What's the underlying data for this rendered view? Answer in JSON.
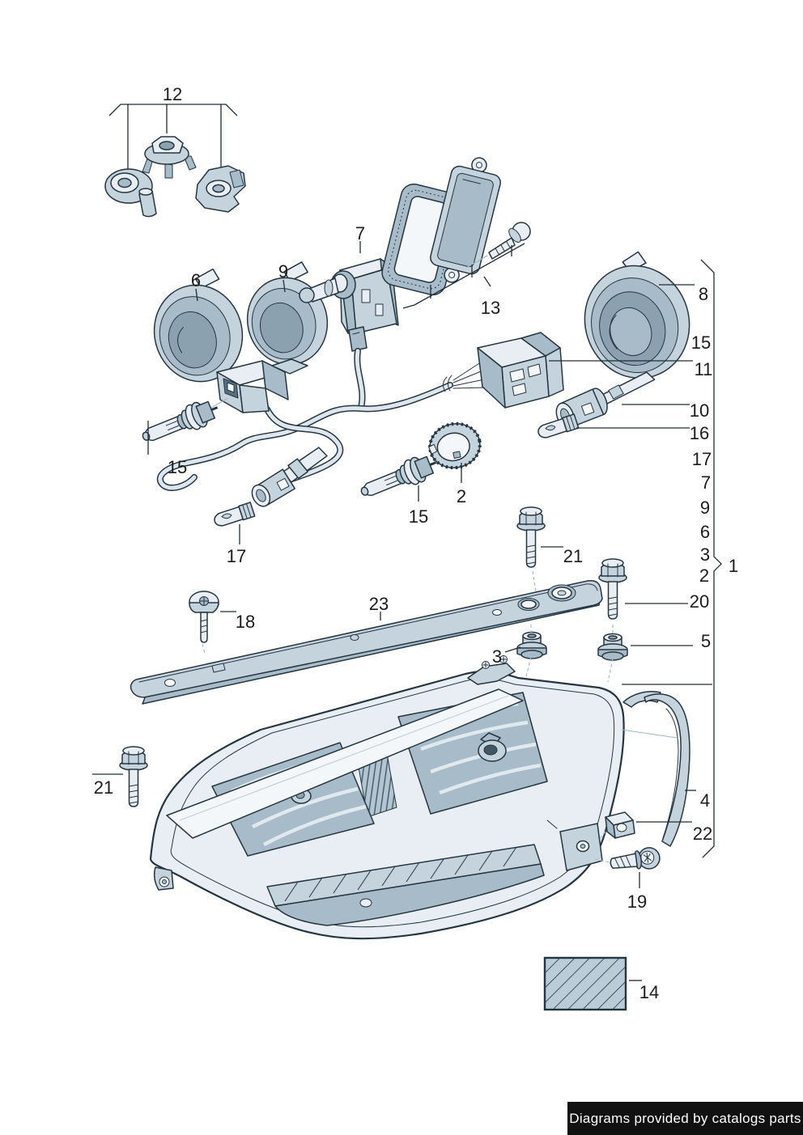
{
  "diagram": {
    "description": "Exploded parts diagram of a vehicle headlight assembly",
    "group_bracket_label": "1",
    "labels": {
      "p12": "12",
      "p6": "6",
      "p9": "9",
      "p7": "7",
      "p13": "13",
      "p8": "8",
      "col15": "15",
      "col11": "11",
      "col10": "10",
      "col16": "16",
      "col17": "17",
      "col7": "7",
      "col9": "9",
      "col6": "6",
      "col3": "3",
      "col2": "2",
      "col20": "20",
      "col5": "5",
      "p1": "1",
      "p15_left": "15",
      "p17_left": "17",
      "p15_mid": "15",
      "p2": "2",
      "p21_top": "21",
      "p18": "18",
      "p23": "23",
      "p3": "3",
      "p21_left": "21",
      "p4": "4",
      "p22": "22",
      "p19": "19",
      "p14": "14"
    }
  },
  "colors": {
    "line": "#263641",
    "fill_light": "#e8eef3",
    "fill_mid": "#c5d3dc",
    "fill_deep": "#a7bbc8",
    "hatch_box": "#b9ccd8",
    "footer_bg": "#111111",
    "footer_text_color": "#ffffff"
  },
  "footer": {
    "text": "Diagrams provided by catalogs parts"
  }
}
